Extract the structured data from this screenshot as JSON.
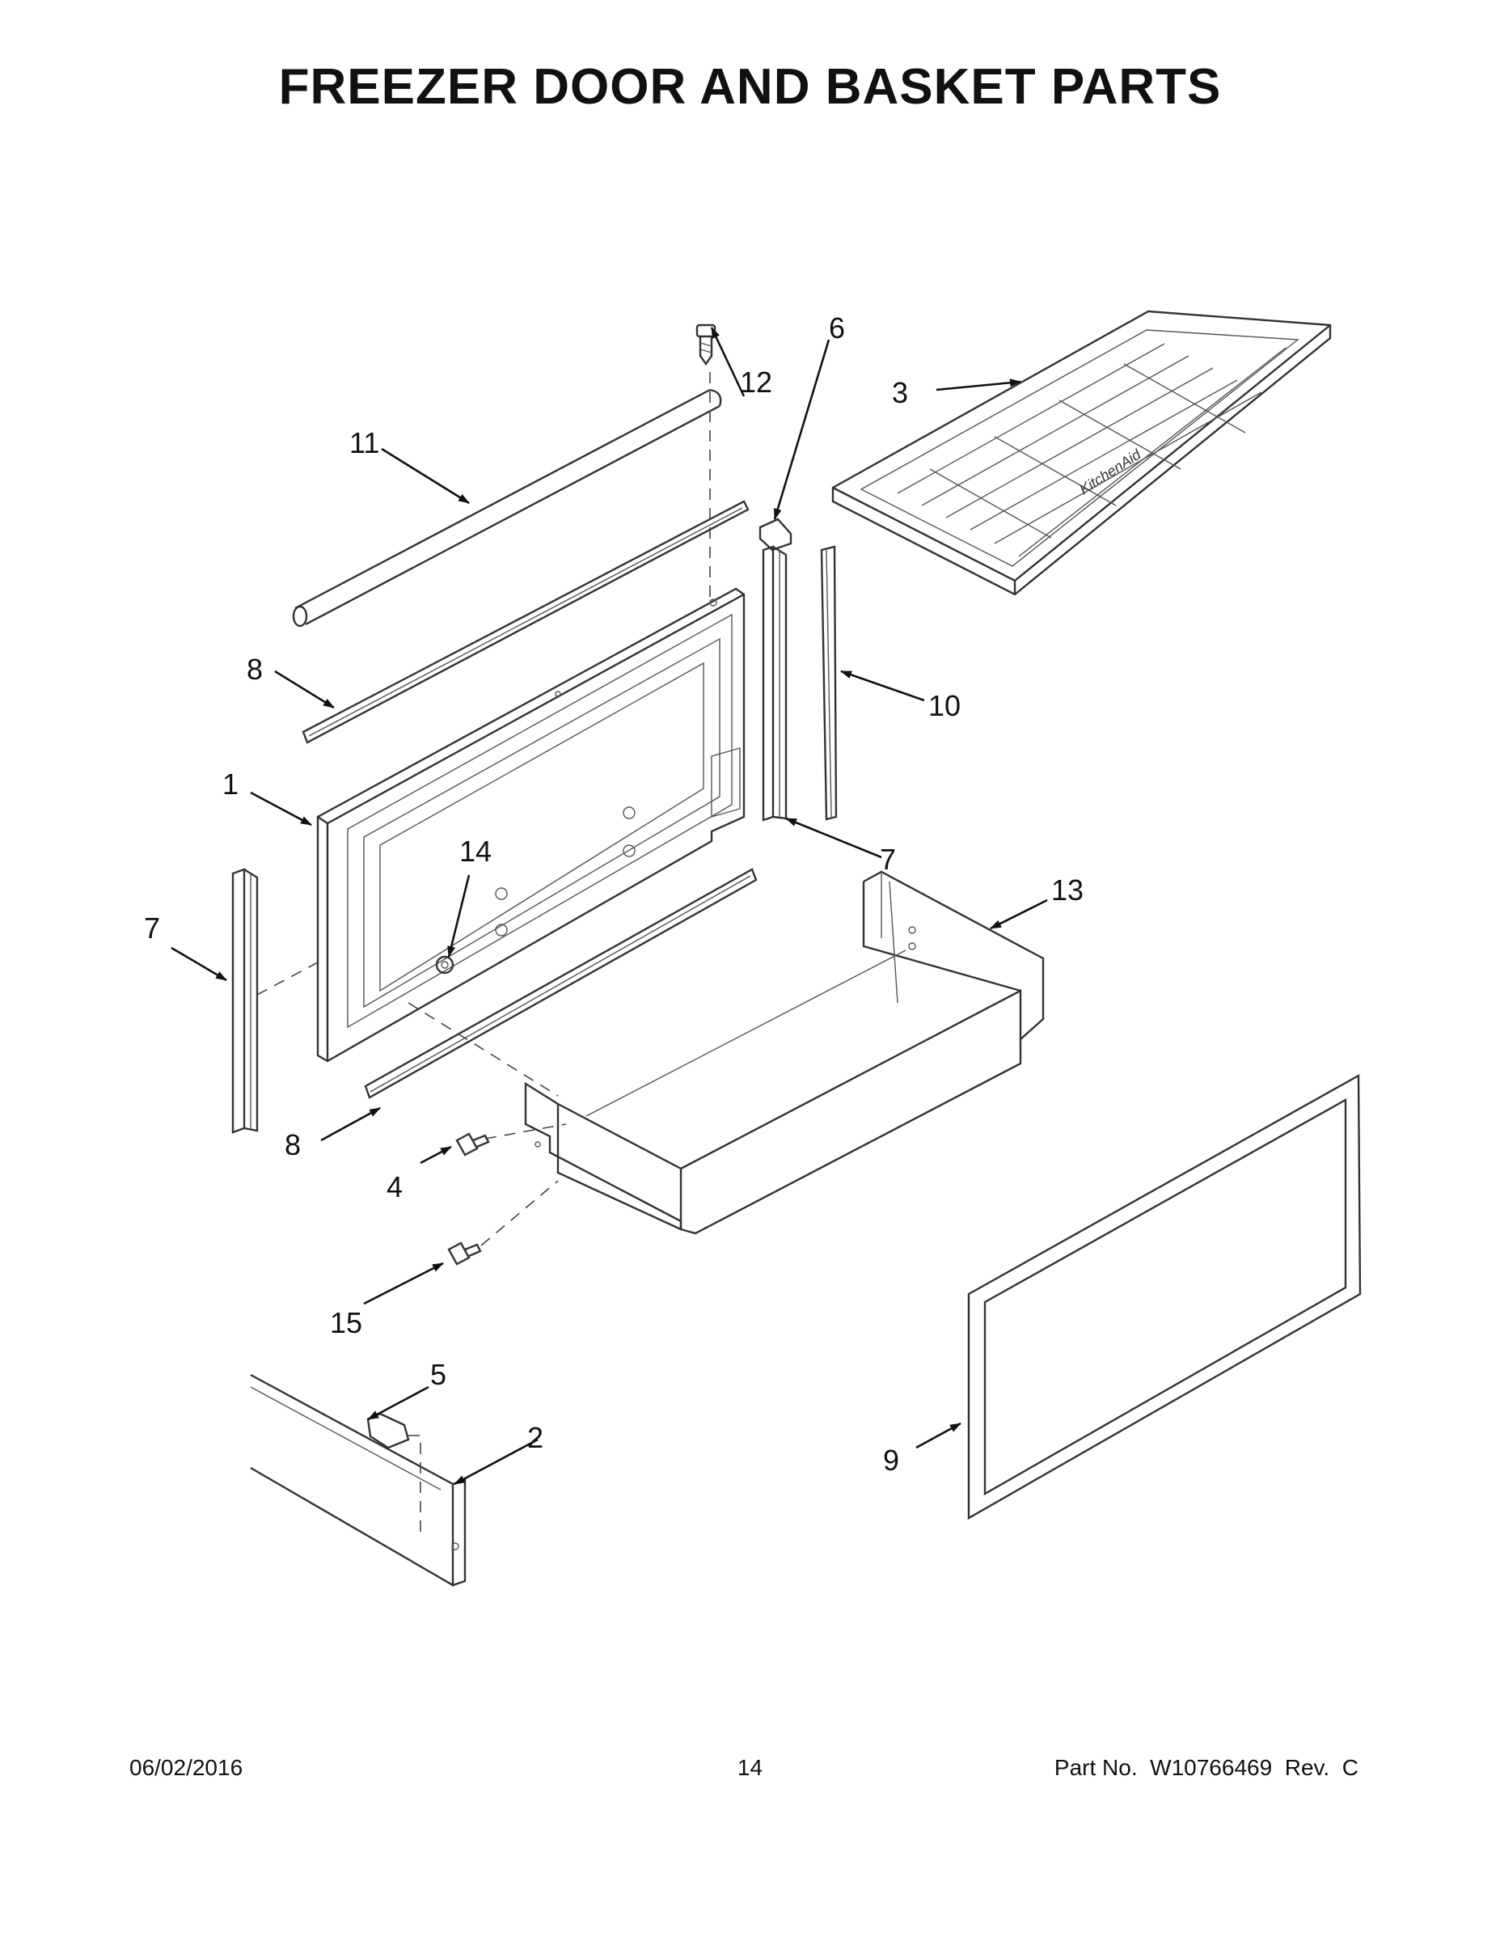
{
  "title": "FREEZER DOOR AND BASKET PARTS",
  "footer": {
    "date": "06/02/2016",
    "page": "14",
    "part_no": "Part No.  W10766469  Rev.  C"
  },
  "logo_text": "KitchenAid",
  "callouts": [
    {
      "id": "c1",
      "label": "1"
    },
    {
      "id": "c2",
      "label": "2"
    },
    {
      "id": "c3",
      "label": "3"
    },
    {
      "id": "c4",
      "label": "4"
    },
    {
      "id": "c5",
      "label": "5"
    },
    {
      "id": "c6",
      "label": "6"
    },
    {
      "id": "c7a",
      "label": "7"
    },
    {
      "id": "c7b",
      "label": "7"
    },
    {
      "id": "c8a",
      "label": "8"
    },
    {
      "id": "c8b",
      "label": "8"
    },
    {
      "id": "c9",
      "label": "9"
    },
    {
      "id": "c10",
      "label": "10"
    },
    {
      "id": "c11",
      "label": "11"
    },
    {
      "id": "c12",
      "label": "12"
    },
    {
      "id": "c13",
      "label": "13"
    },
    {
      "id": "c14",
      "label": "14"
    },
    {
      "id": "c15",
      "label": "15"
    }
  ]
}
